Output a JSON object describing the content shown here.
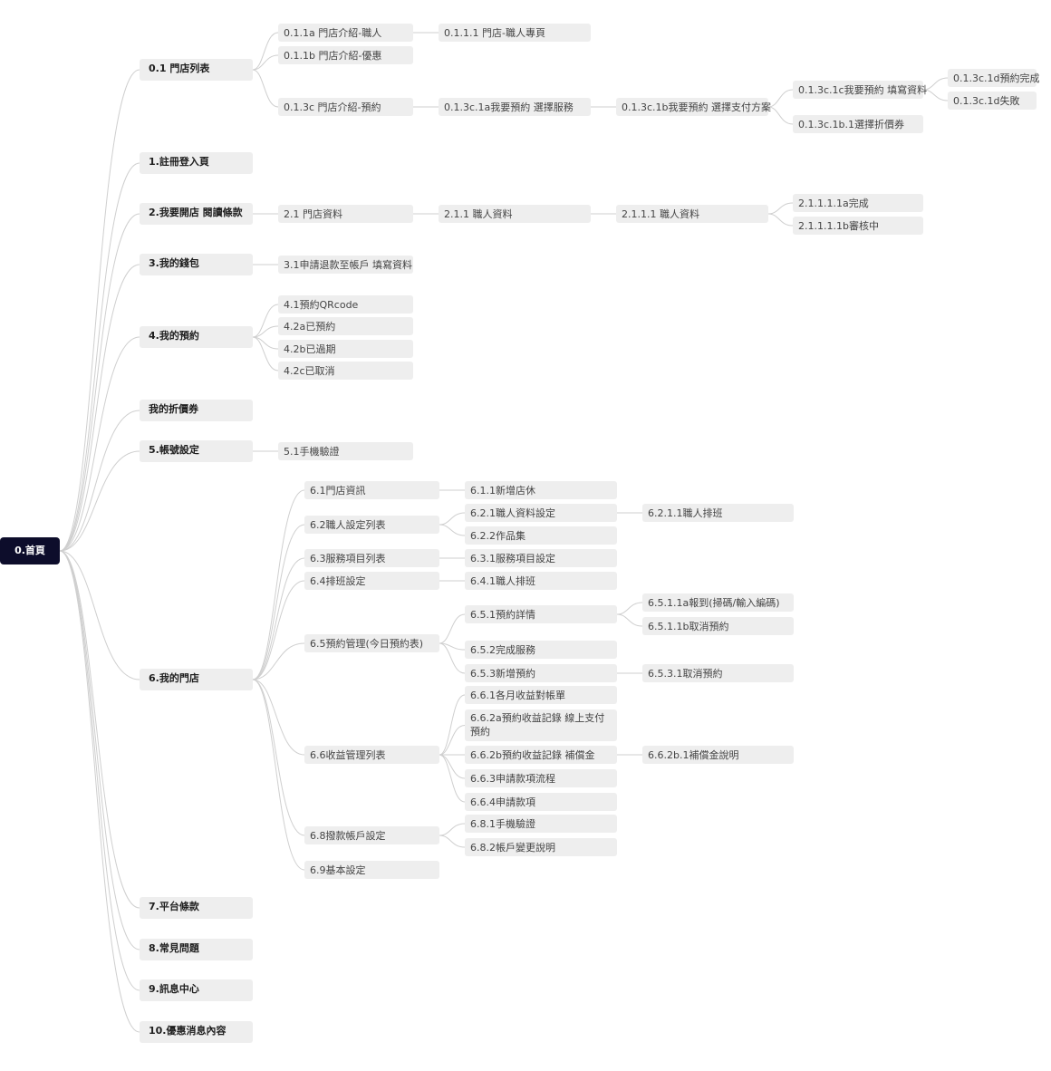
{
  "root": "0.首頁",
  "nodes": {
    "n0_1": "0.1 門店列表",
    "n0_1_1a": "0.1.1a 門店介紹-職人",
    "n0_1_1_1": "0.1.1.1 門店-職人專頁",
    "n0_1_1b": "0.1.1b 門店介紹-優惠",
    "n0_1_3c": "0.1.3c 門店介紹-預約",
    "n0_1_3c_1a": "0.1.3c.1a我要預約 選擇服務",
    "n0_1_3c_1b": "0.1.3c.1b我要預約 選擇支付方案",
    "n0_1_3c_1c": "0.1.3c.1c我要預約 填寫資料",
    "n0_1_3c_1d_ok": "0.1.3c.1d預約完成",
    "n0_1_3c_1d_fail": "0.1.3c.1d失敗",
    "n0_1_3c_1b_1": "0.1.3c.1b.1選擇折價券",
    "n1": "1.註冊登入頁",
    "n2": "2.我要開店 閱讀條款",
    "n2_1": "2.1 門店資料",
    "n2_1_1": "2.1.1 職人資料",
    "n2_1_1_1": "2.1.1.1 職人資料",
    "n2_1_1_1_1a": "2.1.1.1.1a完成",
    "n2_1_1_1_1b": "2.1.1.1.1b審核中",
    "n3": "3.我的錢包",
    "n3_1": "3.1申請退款至帳戶 填寫資料",
    "n4": "4.我的預約",
    "n4_1": "4.1預約QRcode",
    "n4_2a": "4.2a已預約",
    "n4_2b": "4.2b已過期",
    "n4_2c": "4.2c已取消",
    "n_coupon": "我的折價券",
    "n5": "5.帳號設定",
    "n5_1": "5.1手機驗證",
    "n6": "6.我的門店",
    "n6_1": "6.1門店資訊",
    "n6_1_1": "6.1.1新增店休",
    "n6_2": "6.2職人設定列表",
    "n6_2_1": "6.2.1職人資料設定",
    "n6_2_1_1": "6.2.1.1職人排班",
    "n6_2_2": "6.2.2作品集",
    "n6_3": "6.3服務項目列表",
    "n6_3_1": "6.3.1服務項目設定",
    "n6_4": "6.4排班設定",
    "n6_4_1": "6.4.1職人排班",
    "n6_5": "6.5預約管理(今日預約表)",
    "n6_5_1": "6.5.1預約詳情",
    "n6_5_1_1a": "6.5.1.1a報到(掃碼/輸入編碼)",
    "n6_5_1_1b": "6.5.1.1b取消預約",
    "n6_5_2": "6.5.2完成服務",
    "n6_5_3": "6.5.3新增預約",
    "n6_5_3_1": "6.5.3.1取消預約",
    "n6_6": "6.6收益管理列表",
    "n6_6_1": "6.6.1各月收益對帳單",
    "n6_6_2a": "6.6.2a預約收益記錄 線上支付預約",
    "n6_6_2b": "6.6.2b預約收益記錄 補償金",
    "n6_6_2b_1": "6.6.2b.1補償金說明",
    "n6_6_3": "6.6.3申請款項流程",
    "n6_6_4": "6.6.4申請款項",
    "n6_8": "6.8撥款帳戶設定",
    "n6_8_1": "6.8.1手機驗證",
    "n6_8_2": "6.8.2帳戶變更說明",
    "n6_9": "6.9基本設定",
    "n7": "7.平台條款",
    "n8": "8.常見問題",
    "n9": "9.訊息中心",
    "n10": "10.優惠消息內容"
  }
}
